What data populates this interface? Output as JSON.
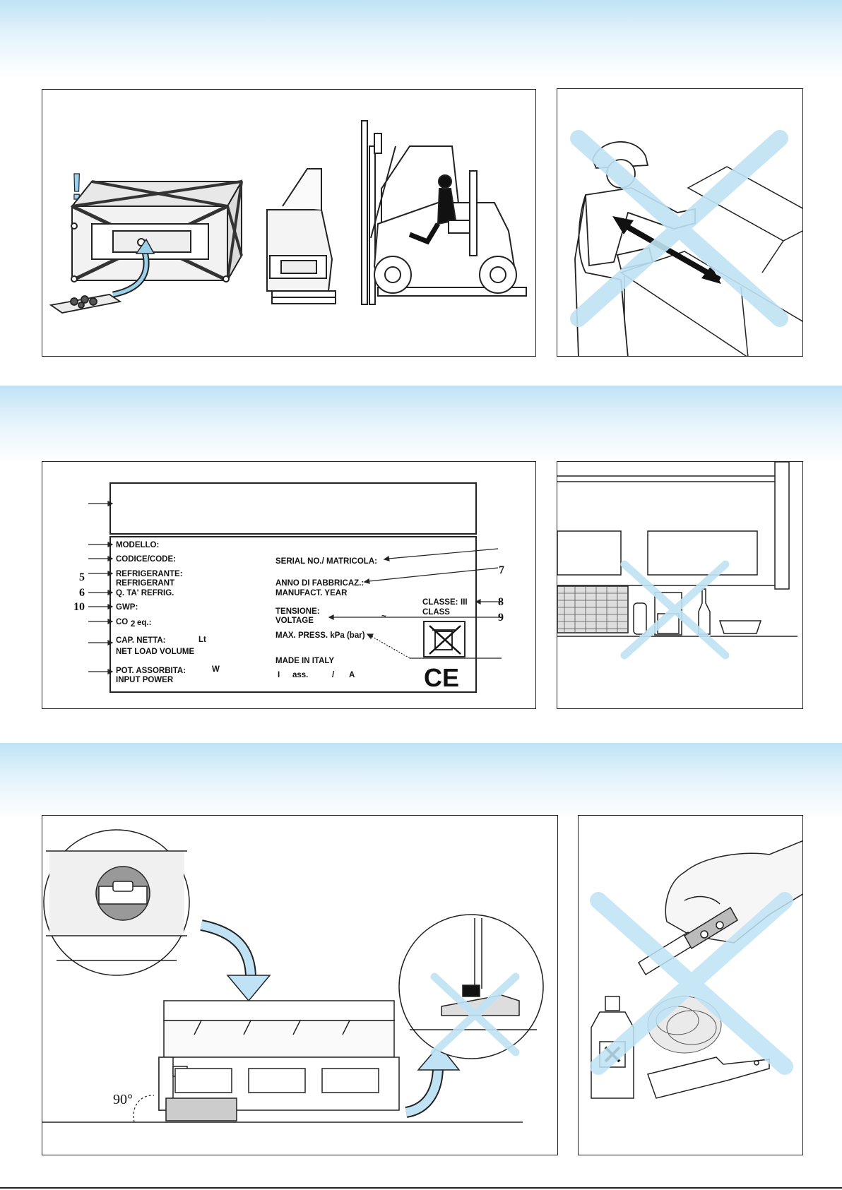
{
  "colors": {
    "band_top": "#bfe3f5",
    "cross": "#bfe3f5",
    "line": "#222222"
  },
  "transport": {
    "warning_mark": "!"
  },
  "nameplate": {
    "labels": {
      "modello": "MODELLO:",
      "codice": "CODICE/CODE:",
      "refrigerante": "REFRIGERANTE:",
      "refrigerant": "REFRIGERANT",
      "qta_refrig": "Q. TA' REFRIG.",
      "gwp": "GWP:",
      "co2": "CO",
      "co2_sub": "2",
      "co2_eq": "eq.:",
      "cap_netta": "CAP. NETTA:",
      "cap_unit": "Lt",
      "net_load": "NET LOAD VOLUME",
      "pot_assorbita": "POT. ASSORBITA:",
      "pot_unit": "W",
      "input_power": "INPUT POWER",
      "serial": "SERIAL NO./ MATRICOLA:",
      "anno": "ANNO DI FABBRICAZ.:",
      "manufact": "MANUFACT. YEAR",
      "classe": "CLASSE:",
      "classe_val": "III",
      "class": "CLASS",
      "tensione": "TENSIONE:",
      "voltage": "VOLTAGE",
      "tilde": "~",
      "max_press": "MAX. PRESS. kPa (bar)",
      "made_in": "MADE IN ITALY",
      "amp_i": "I",
      "amp_ass": "ass.",
      "amp_slash": "/",
      "amp_a": "A",
      "ce": "CE"
    },
    "callouts": {
      "n5": "5",
      "n6": "6",
      "n7": "7",
      "n8": "8",
      "n9": "9",
      "n10": "10"
    }
  },
  "installation": {
    "angle_label": "90°"
  }
}
